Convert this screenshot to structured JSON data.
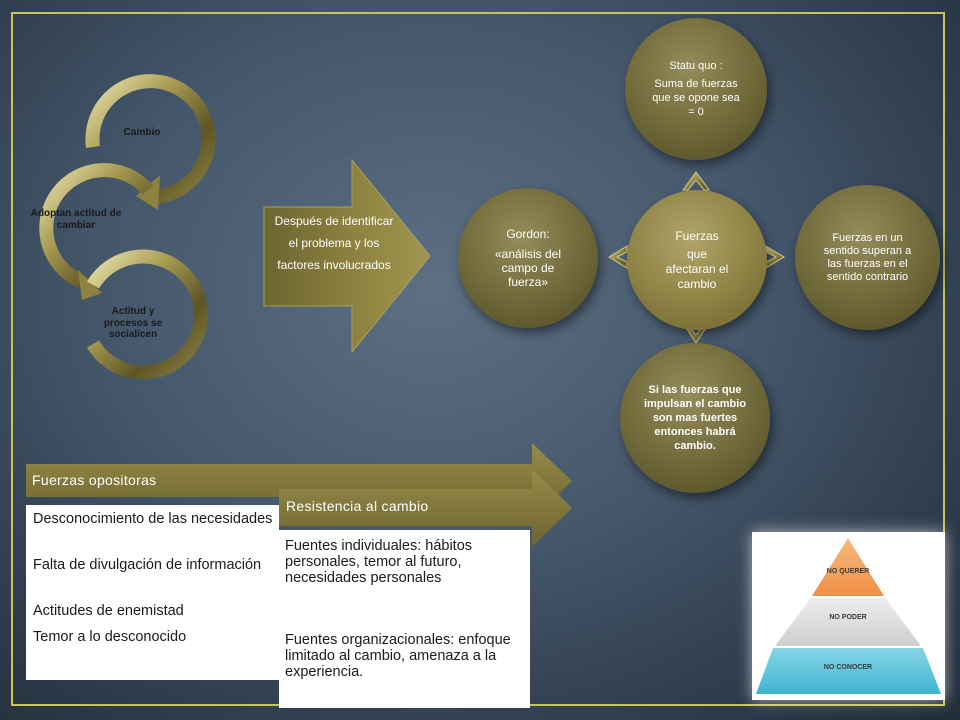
{
  "colors": {
    "background": "#44566a",
    "frame": "#c8c45a",
    "olive_dark": "#5a5329",
    "olive_mid": "#8a7f3f",
    "olive_light": "#c9c082",
    "pyramid_top": "#f4a868",
    "pyramid_mid": "#dcdcdc",
    "pyramid_bottom": "#5cc4da"
  },
  "cycle": {
    "rings": [
      "Cambio",
      "Adoptan actitud de cambiar",
      "Actitud y procesos se socialicen"
    ]
  },
  "process_arrow": {
    "text": "Después de identificar el problema y los factores involucrados"
  },
  "force_field": {
    "center": {
      "line1": "Fuerzas",
      "line2": "que afectaran el cambio"
    },
    "left": {
      "line1": "Gordon:",
      "line2": "«análisis del campo de fuerza»"
    },
    "top": {
      "line1": "Statu quo :",
      "line2": "Suma de fuerzas que se opone sea = 0"
    },
    "right": {
      "text": "Fuerzas en un sentido superan a las fuerzas en el sentido contrario"
    },
    "bottom": {
      "text": "Si las fuerzas que impulsan el cambio son mas fuertes entonces habrá cambio."
    }
  },
  "opposing_forces": {
    "header": "Fuerzas opositoras",
    "items": [
      "Desconocimiento de las necesidades",
      "Falta de divulgación de información",
      "Actitudes de enemistad",
      "Temor a lo desconocido"
    ]
  },
  "resistance": {
    "header": "Resistencia al cambio",
    "items": [
      "Fuentes individuales: hábitos personales, temor al futuro, necesidades personales",
      "Fuentes organizacionales: enfoque limitado al cambio, amenaza a la experiencia."
    ]
  },
  "pyramid": {
    "levels": [
      "NO QUERER",
      "NO PODER",
      "NO CONOCER"
    ]
  }
}
